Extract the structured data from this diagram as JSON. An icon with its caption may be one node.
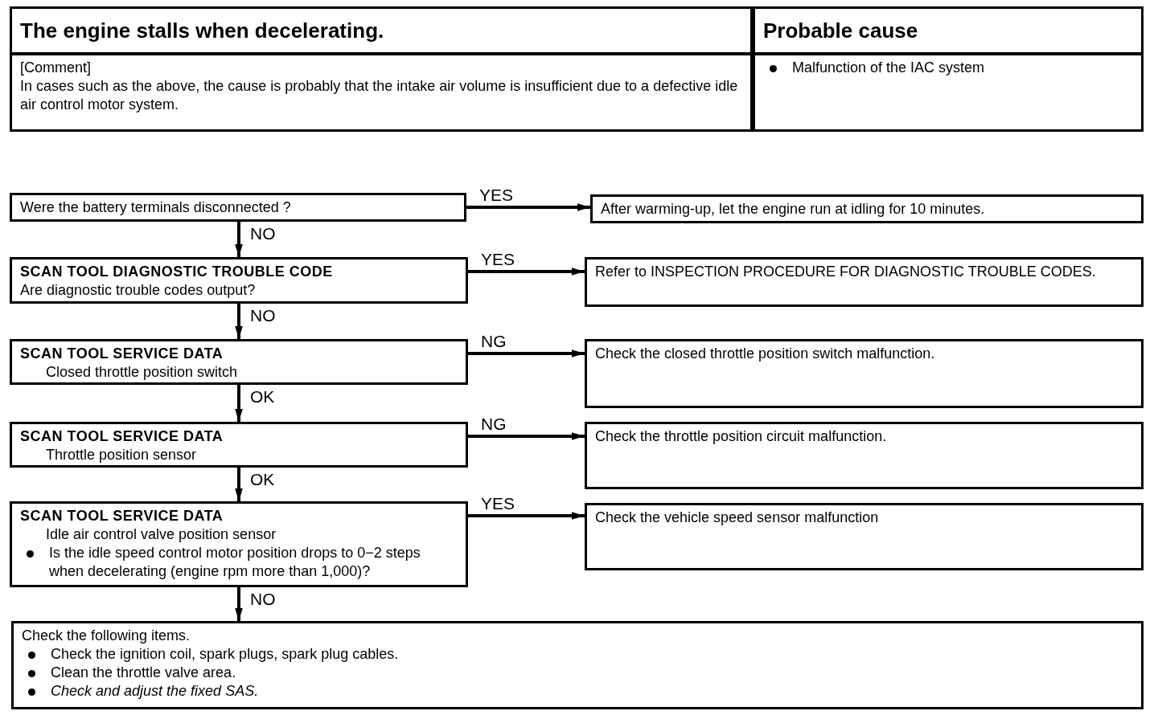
{
  "diagram": {
    "nodes": [
      {
        "text": [
          "The engine stalls when decelerating."
        ]
      },
      {
        "text": [
          "Probable cause"
        ]
      },
      {
        "text": [
          "[Comment]",
          "In cases such as the above, the cause is probably that the intake air volume is insufficient due to a defective idle air control motor system."
        ]
      },
      {
        "text": [
          "Malfunction of the IAC system"
        ]
      },
      {
        "text": [
          "Were the battery terminals disconnected ?"
        ]
      },
      {
        "text": [
          "After warming-up, let the engine run at idling for 10 minutes."
        ]
      },
      {
        "text": [
          "SCAN TOOL DIAGNOSTIC TROUBLE CODE",
          "Are diagnostic trouble codes output?"
        ]
      },
      {
        "text": [
          "Refer to INSPECTION PROCEDURE FOR DIAGNOSTIC TROUBLE CODES."
        ]
      },
      {
        "text": [
          "SCAN TOOL SERVICE DATA",
          "Closed throttle position switch"
        ]
      },
      {
        "text": [
          "Check the closed throttle position switch malfunction."
        ]
      },
      {
        "text": [
          "SCAN TOOL SERVICE DATA",
          "Throttle position sensor"
        ]
      },
      {
        "text": [
          "Check the throttle position circuit malfunction."
        ]
      },
      {
        "text": [
          "SCAN TOOL SERVICE DATA",
          "Idle air control valve position sensor",
          "Is the idle speed control motor position drops to 0−2 steps when decelerating (engine rpm more than 1,000)?"
        ]
      },
      {
        "text": [
          "Check the vehicle speed sensor malfunction"
        ]
      },
      {
        "text": [
          "Check the following items.",
          "Check the ignition coil, spark plugs, spark plug cables.",
          "Clean the throttle valve area.",
          "Check and adjust the fixed SAS."
        ]
      }
    ],
    "edges": [
      {
        "from": 4,
        "to": 5,
        "arrow": "to",
        "label": "YES"
      },
      {
        "from": 4,
        "to": 6,
        "arrow": "to",
        "label": "NO"
      },
      {
        "from": 6,
        "to": 7,
        "arrow": "to",
        "label": "YES"
      },
      {
        "from": 6,
        "to": 8,
        "arrow": "to",
        "label": "NO"
      },
      {
        "from": 8,
        "to": 9,
        "arrow": "to",
        "label": "NG"
      },
      {
        "from": 8,
        "to": 10,
        "arrow": "to",
        "label": "OK"
      },
      {
        "from": 10,
        "to": 11,
        "arrow": "to",
        "label": "NG"
      },
      {
        "from": 10,
        "to": 12,
        "arrow": "to",
        "label": "OK"
      },
      {
        "from": 12,
        "to": 13,
        "arrow": "to",
        "label": "YES"
      },
      {
        "from": 12,
        "to": 14,
        "arrow": "to",
        "label": "NO"
      }
    ]
  }
}
